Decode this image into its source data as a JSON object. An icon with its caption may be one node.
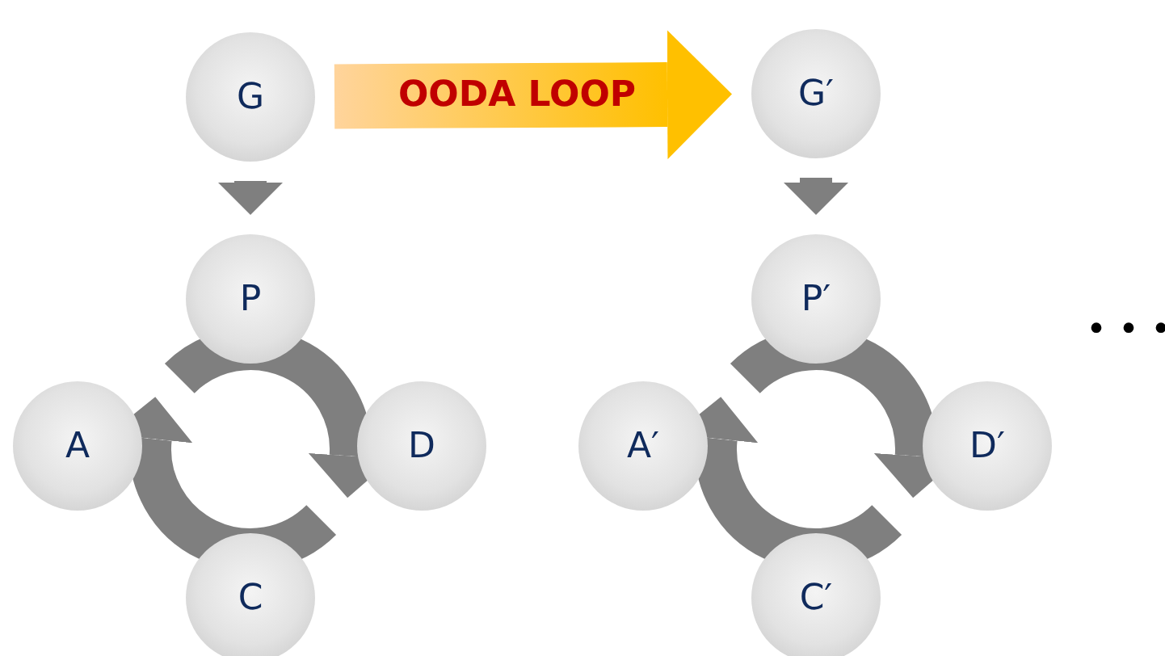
{
  "diagram": {
    "nodes": [
      {
        "text": [
          "G"
        ]
      },
      {
        "text": [
          "P"
        ]
      },
      {
        "text": [
          "A"
        ]
      },
      {
        "text": [
          "D"
        ]
      },
      {
        "text": [
          "C"
        ]
      },
      {
        "text": [
          "G′"
        ]
      },
      {
        "text": [
          "P′"
        ]
      },
      {
        "text": [
          "A′"
        ]
      },
      {
        "text": [
          "D′"
        ]
      },
      {
        "text": [
          "C′"
        ]
      }
    ],
    "edges": [
      {
        "from": 0,
        "to": 5,
        "arrow": "to",
        "label": "OODA LOOP",
        "color": "#ffc000"
      },
      {
        "from": 0,
        "to": 1,
        "arrow": "to"
      },
      {
        "from": 1,
        "to": 3,
        "arrow": "to"
      },
      {
        "from": 4,
        "to": 2,
        "arrow": "to"
      },
      {
        "from": 5,
        "to": 6,
        "arrow": "to"
      },
      {
        "from": 6,
        "to": 8,
        "arrow": "to"
      },
      {
        "from": 9,
        "to": 7,
        "arrow": "to"
      }
    ],
    "labels": [
      "• • •"
    ]
  }
}
